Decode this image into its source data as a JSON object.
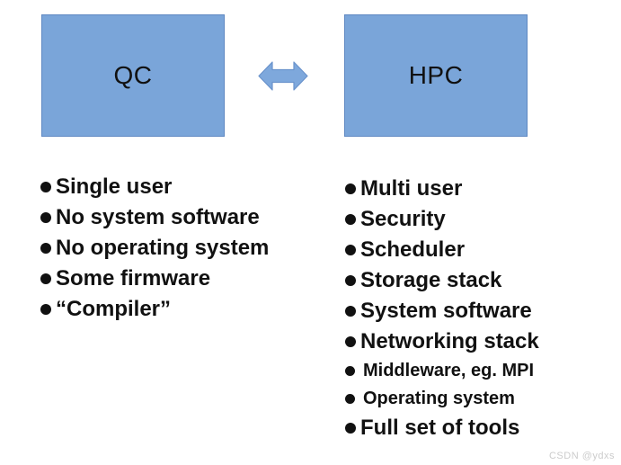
{
  "colors": {
    "box_fill": "#7aa5d9",
    "box_border": "#5f88c2",
    "arrow_fill": "#7ea8dc",
    "arrow_border": "#6a93cc",
    "text": "#111111",
    "watermark": "#cccccc"
  },
  "boxes": {
    "left": {
      "label": "QC"
    },
    "right": {
      "label": "HPC"
    }
  },
  "lists": {
    "qc": {
      "items": [
        {
          "text": "Single user",
          "small": false
        },
        {
          "text": "No system software",
          "small": false
        },
        {
          "text": "No operating system",
          "small": false
        },
        {
          "text": "Some firmware",
          "small": false
        },
        {
          "text": "“Compiler”",
          "small": false
        }
      ]
    },
    "hpc": {
      "items": [
        {
          "text": "Multi user",
          "small": false
        },
        {
          "text": "Security",
          "small": false
        },
        {
          "text": "Scheduler",
          "small": false
        },
        {
          "text": "Storage stack",
          "small": false
        },
        {
          "text": "System software",
          "small": false
        },
        {
          "text": "Networking stack",
          "small": false
        },
        {
          "text": "Middleware, eg. MPI",
          "small": true
        },
        {
          "text": "Operating system",
          "small": true
        },
        {
          "text": "Full set of tools",
          "small": false
        }
      ]
    }
  },
  "watermark": {
    "text": "CSDN @ydxs"
  }
}
